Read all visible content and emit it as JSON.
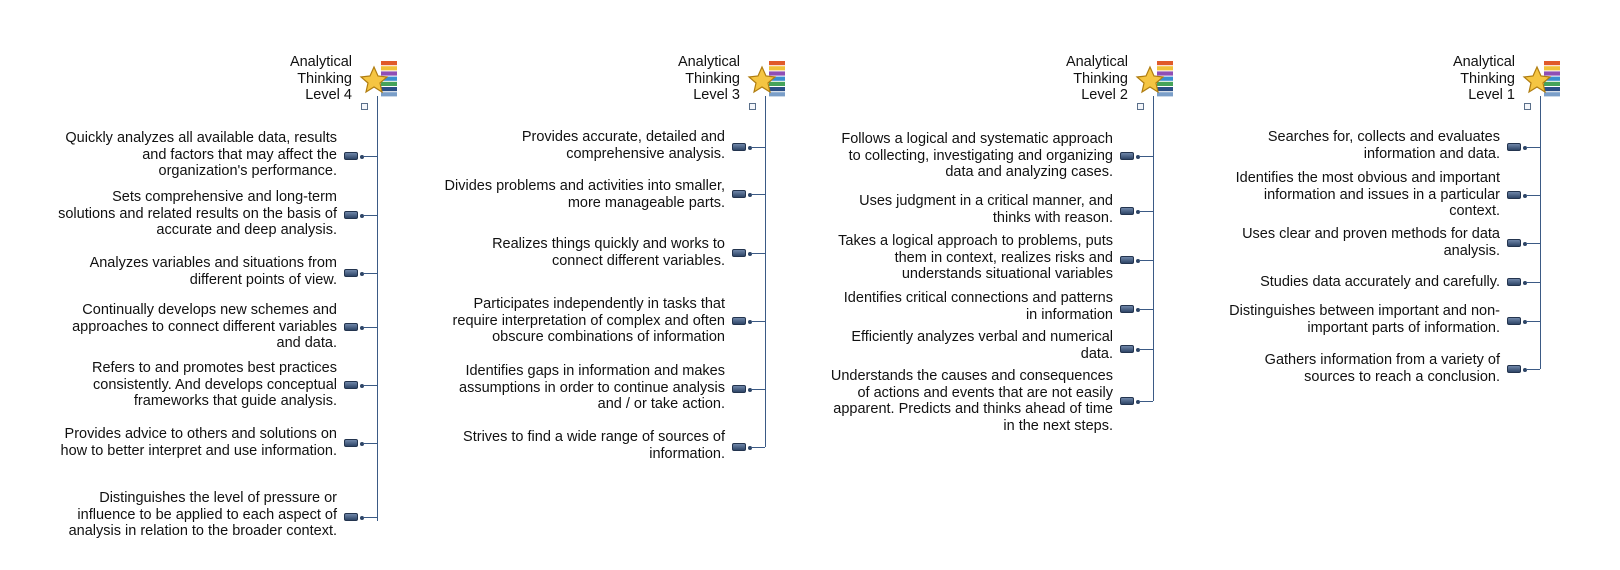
{
  "colors": {
    "connector": "#3b5a85",
    "text": "#111111",
    "node": "#2e4566"
  },
  "icons": {
    "root": "star-with-colored-bars-icon",
    "node": "topic-node-icon",
    "collapse": "collapse-toggle-icon"
  },
  "maps": [
    {
      "title": "Analytical\nThinking\nLevel 4",
      "items": [
        "Quickly analyzes all available data, results\nand factors that may affect the\norganization's performance.",
        "Sets comprehensive and long-term\nsolutions and related results on the basis of\naccurate and deep analysis.",
        "Analyzes variables and situations from\ndifferent points of view.",
        "Continually develops new schemes and\napproaches to connect different variables\nand data.",
        "Refers to and promotes best practices\nconsistently. And develops conceptual\nframeworks that guide analysis.",
        "Provides advice to others and solutions on\nhow to better interpret and use information.",
        "Distinguishes the level of pressure or\ninfluence to be applied to each aspect of\nanalysis in relation to the broader context."
      ]
    },
    {
      "title": "Analytical\nThinking\nLevel 3",
      "items": [
        "Provides accurate, detailed and\ncomprehensive analysis.",
        "Divides problems and activities into smaller,\nmore manageable parts.",
        "Realizes things quickly and works to\nconnect different variables.",
        "Participates independently in tasks that\nrequire interpretation of complex and often\nobscure combinations of information",
        "Identifies gaps in information and makes\nassumptions in order to continue analysis\nand / or take action.",
        "Strives to find a wide range of sources of\ninformation."
      ]
    },
    {
      "title": "Analytical\nThinking\nLevel 2",
      "items": [
        "Follows a logical and systematic approach\nto collecting, investigating and organizing\ndata and analyzing cases.",
        "Uses judgment in a critical manner, and\nthinks with reason.",
        "Takes a logical approach to problems, puts\nthem in context, realizes risks and\nunderstands situational variables",
        "Identifies critical connections and patterns\nin information",
        "Efficiently analyzes verbal and numerical\ndata.",
        "Understands the causes and consequences\nof actions and events that are not easily\napparent. Predicts and thinks ahead of time\nin the next steps."
      ]
    },
    {
      "title": "Analytical\nThinking\nLevel 1",
      "items": [
        "Searches for, collects and evaluates\ninformation and data.",
        "Identifies the most obvious and important\ninformation and issues in a particular\ncontext.",
        "Uses clear and proven methods for data\nanalysis.",
        "Studies data accurately and carefully.",
        "Distinguishes between important and non-\nimportant parts of information.",
        "Gathers information from a variety of\nsources to reach a conclusion."
      ]
    }
  ]
}
